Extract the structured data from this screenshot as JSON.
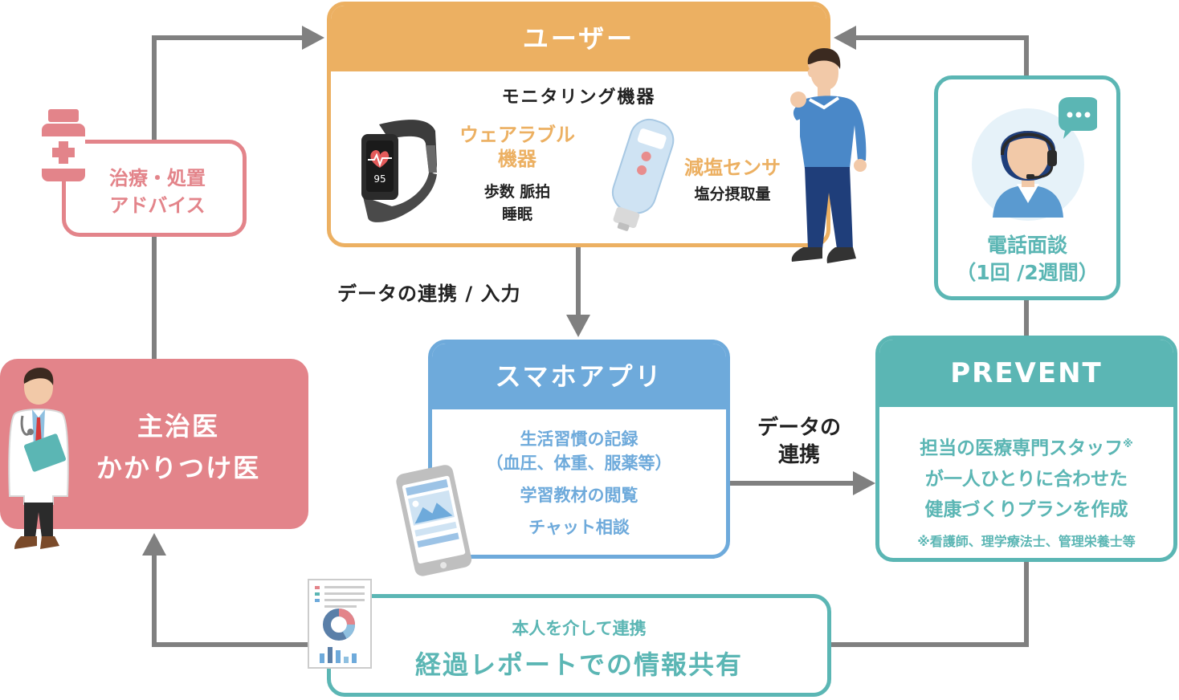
{
  "colors": {
    "user": "#ecb062",
    "app": "#6eaadb",
    "prevent": "#5bb6b4",
    "doctor": "#e3848a",
    "arrow": "#808080",
    "text": "#222222"
  },
  "user_box": {
    "title": "ユーザー",
    "subtitle": "モニタリング機器",
    "wearable": {
      "title_line1": "ウェアラブル",
      "title_line2": "機器",
      "detail_line1": "歩数 脈拍",
      "detail_line2": "睡眠",
      "screen_value": "95"
    },
    "salt_sensor": {
      "title": "減塩センサ",
      "detail": "塩分摂取量"
    }
  },
  "data_link_input": "データの連携 / 入力",
  "app_box": {
    "title": "スマホアプリ",
    "items": [
      "生活習慣の記録",
      "（血圧、体重、服薬等）",
      "学習教材の閲覧",
      "チャット相談"
    ]
  },
  "data_link_2": {
    "line1": "データの",
    "line2": "連携"
  },
  "prevent_box": {
    "title": "PREVENT",
    "lines": [
      "担当の医療専門スタッフ",
      "が一人ひとりに合わせた",
      "健康づくりプランを作成"
    ],
    "mark": "※",
    "note": "※看護師、理学療法士、管理栄養士等"
  },
  "phone_consult": {
    "line1": "電話面談",
    "line2": "（1回 /2週間）"
  },
  "treatment": {
    "line1": "治療・処置",
    "line2": "アドバイス"
  },
  "doctor_box": {
    "line1": "主治医",
    "line2": "かかりつけ医"
  },
  "report_box": {
    "small": "本人を介して連携",
    "large": "経過レポートでの情報共有"
  }
}
